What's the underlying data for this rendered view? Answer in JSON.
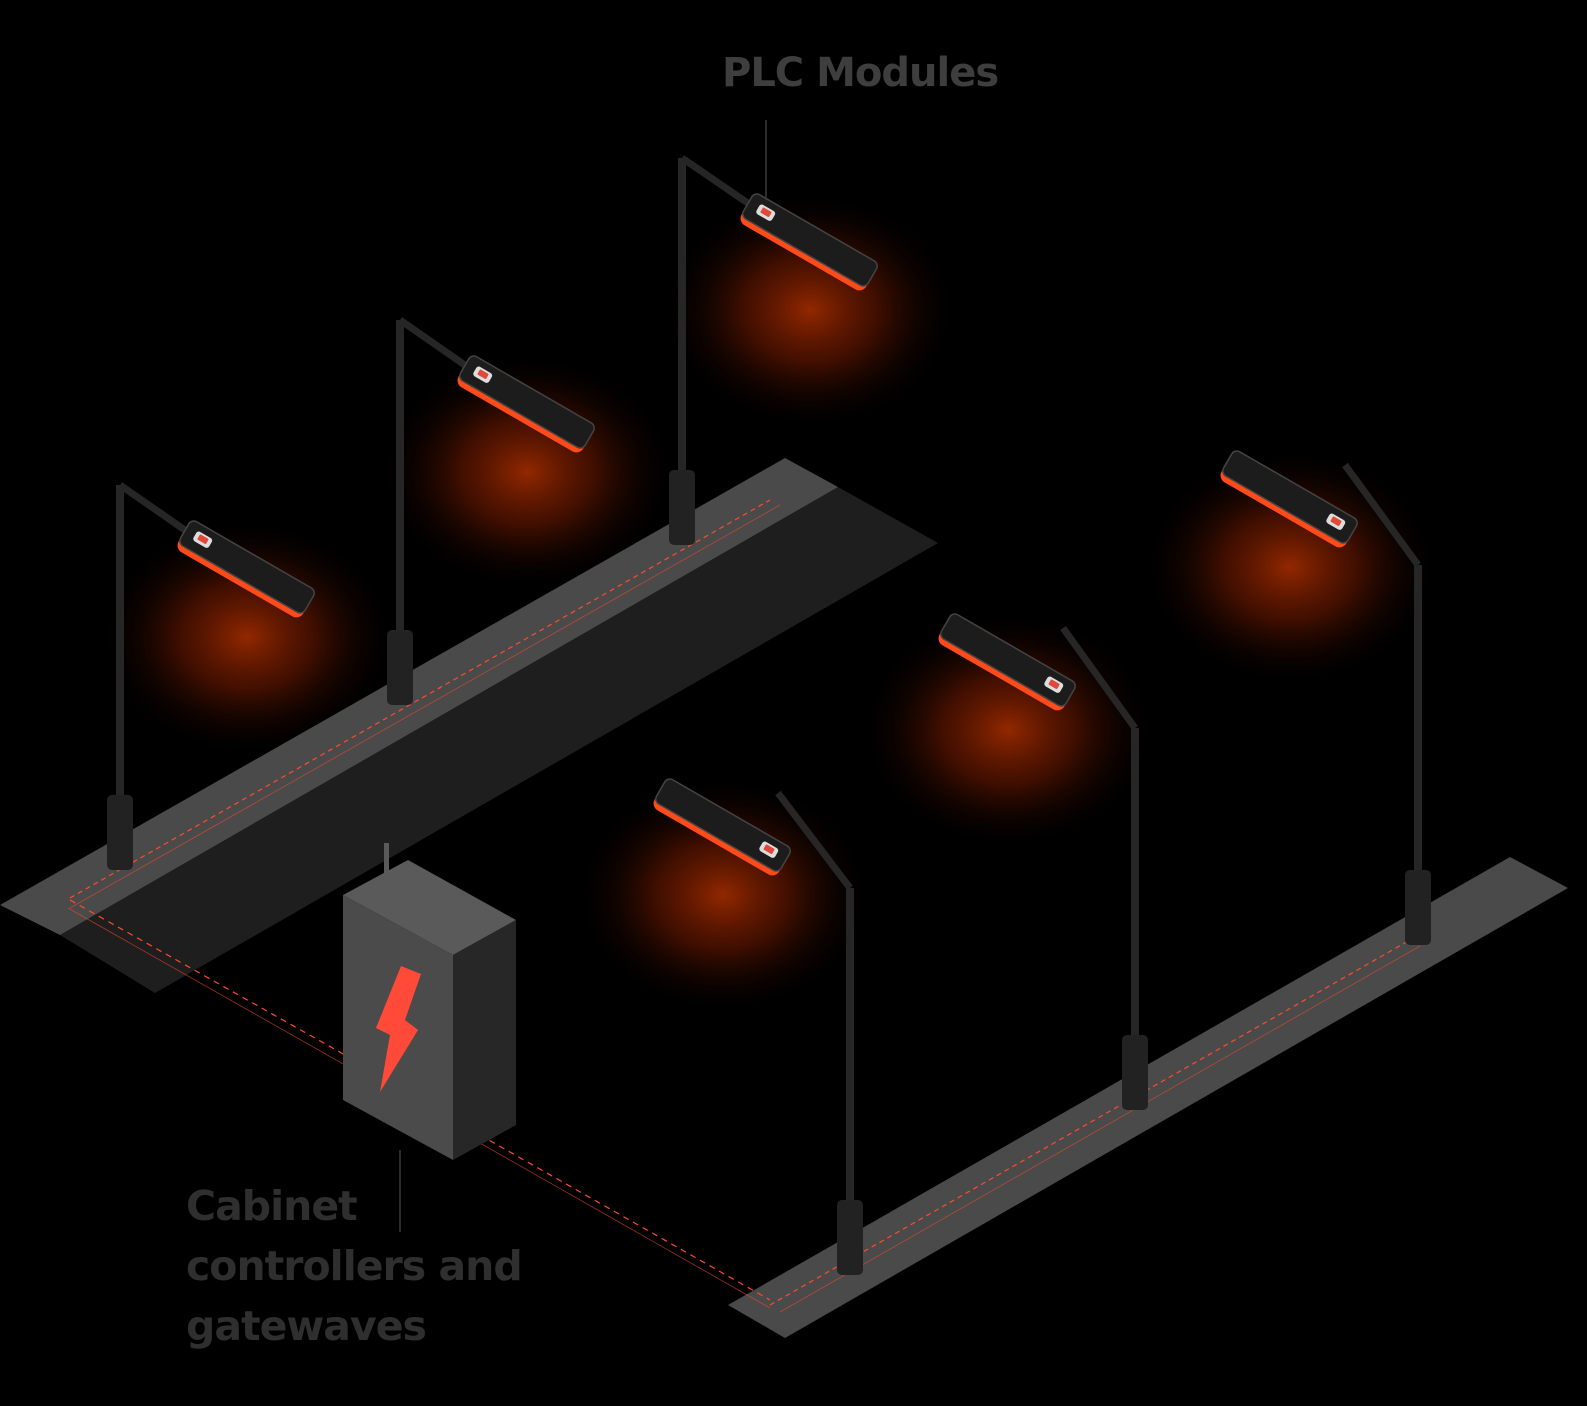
{
  "labels": {
    "plc_modules": "PLC Modules",
    "cabinet_line1": "Cabinet",
    "cabinet_line2": "controllers and",
    "cabinet_line3": "gatewaves"
  },
  "colors": {
    "background": "#000000",
    "road_light": "#4a4a4a",
    "road_dark": "#1e1e1e",
    "accent": "#ff4a2a",
    "glow": "#8a2200",
    "label": "#3e3e3e"
  },
  "icons": [
    "lightning-bolt-icon"
  ]
}
